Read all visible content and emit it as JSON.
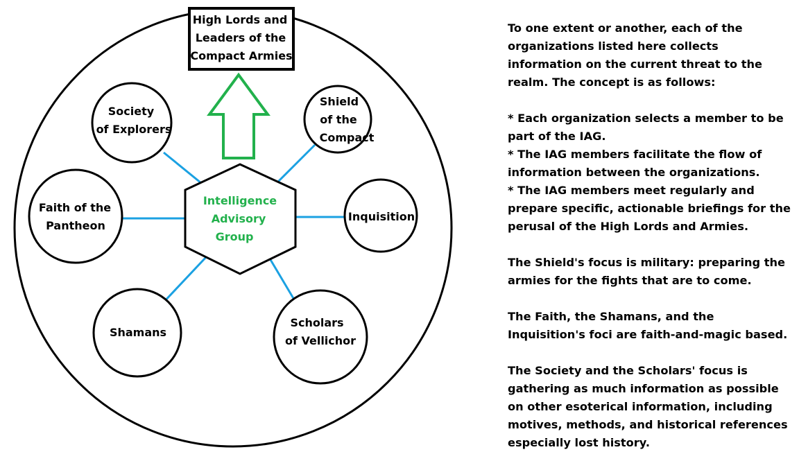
{
  "diagram": {
    "top_box": [
      "High Lords and",
      "Leaders of the",
      "Compact Armies"
    ],
    "hub": [
      "Intelligence",
      "Advisory",
      "Group"
    ],
    "nodes": {
      "society": [
        "Society",
        "of Explorers"
      ],
      "shield": [
        "Shield",
        "of the",
        "Compact"
      ],
      "faith": [
        "Faith of the",
        "Pantheon"
      ],
      "inquisition": [
        "Inquisition"
      ],
      "shamans": [
        "Shamans"
      ],
      "scholars": [
        "Scholars",
        "of Vellichor"
      ]
    },
    "colors": {
      "connector": "#1ba1e2",
      "arrow": "#22b14c",
      "hub_text": "#22b14c",
      "outline": "#000000"
    }
  },
  "notes": {
    "intro": [
      "To one extent or another, each of the",
      "organizations listed here collects",
      "information on the current threat to the",
      "realm.  The concept is as follows:"
    ],
    "bullets": [
      "* Each organization selects a member to be",
      "part of the IAG.",
      "* The IAG members facilitate the flow of",
      "information between the organizations.",
      "* The IAG members meet regularly and",
      "prepare specific, actionable briefings for the",
      "perusal of the High Lords and Armies."
    ],
    "shield": [
      "The Shield's focus is military: preparing the",
      "armies for the fights that are to come."
    ],
    "faith": [
      "The Faith, the Shamans, and the",
      "Inquisition's foci are faith-and-magic based."
    ],
    "society": [
      "The Society and the Scholars' focus is",
      "gathering as much information as possible",
      "on other esoterical information, including",
      "motives, methods, and historical references",
      "especially lost history."
    ]
  }
}
